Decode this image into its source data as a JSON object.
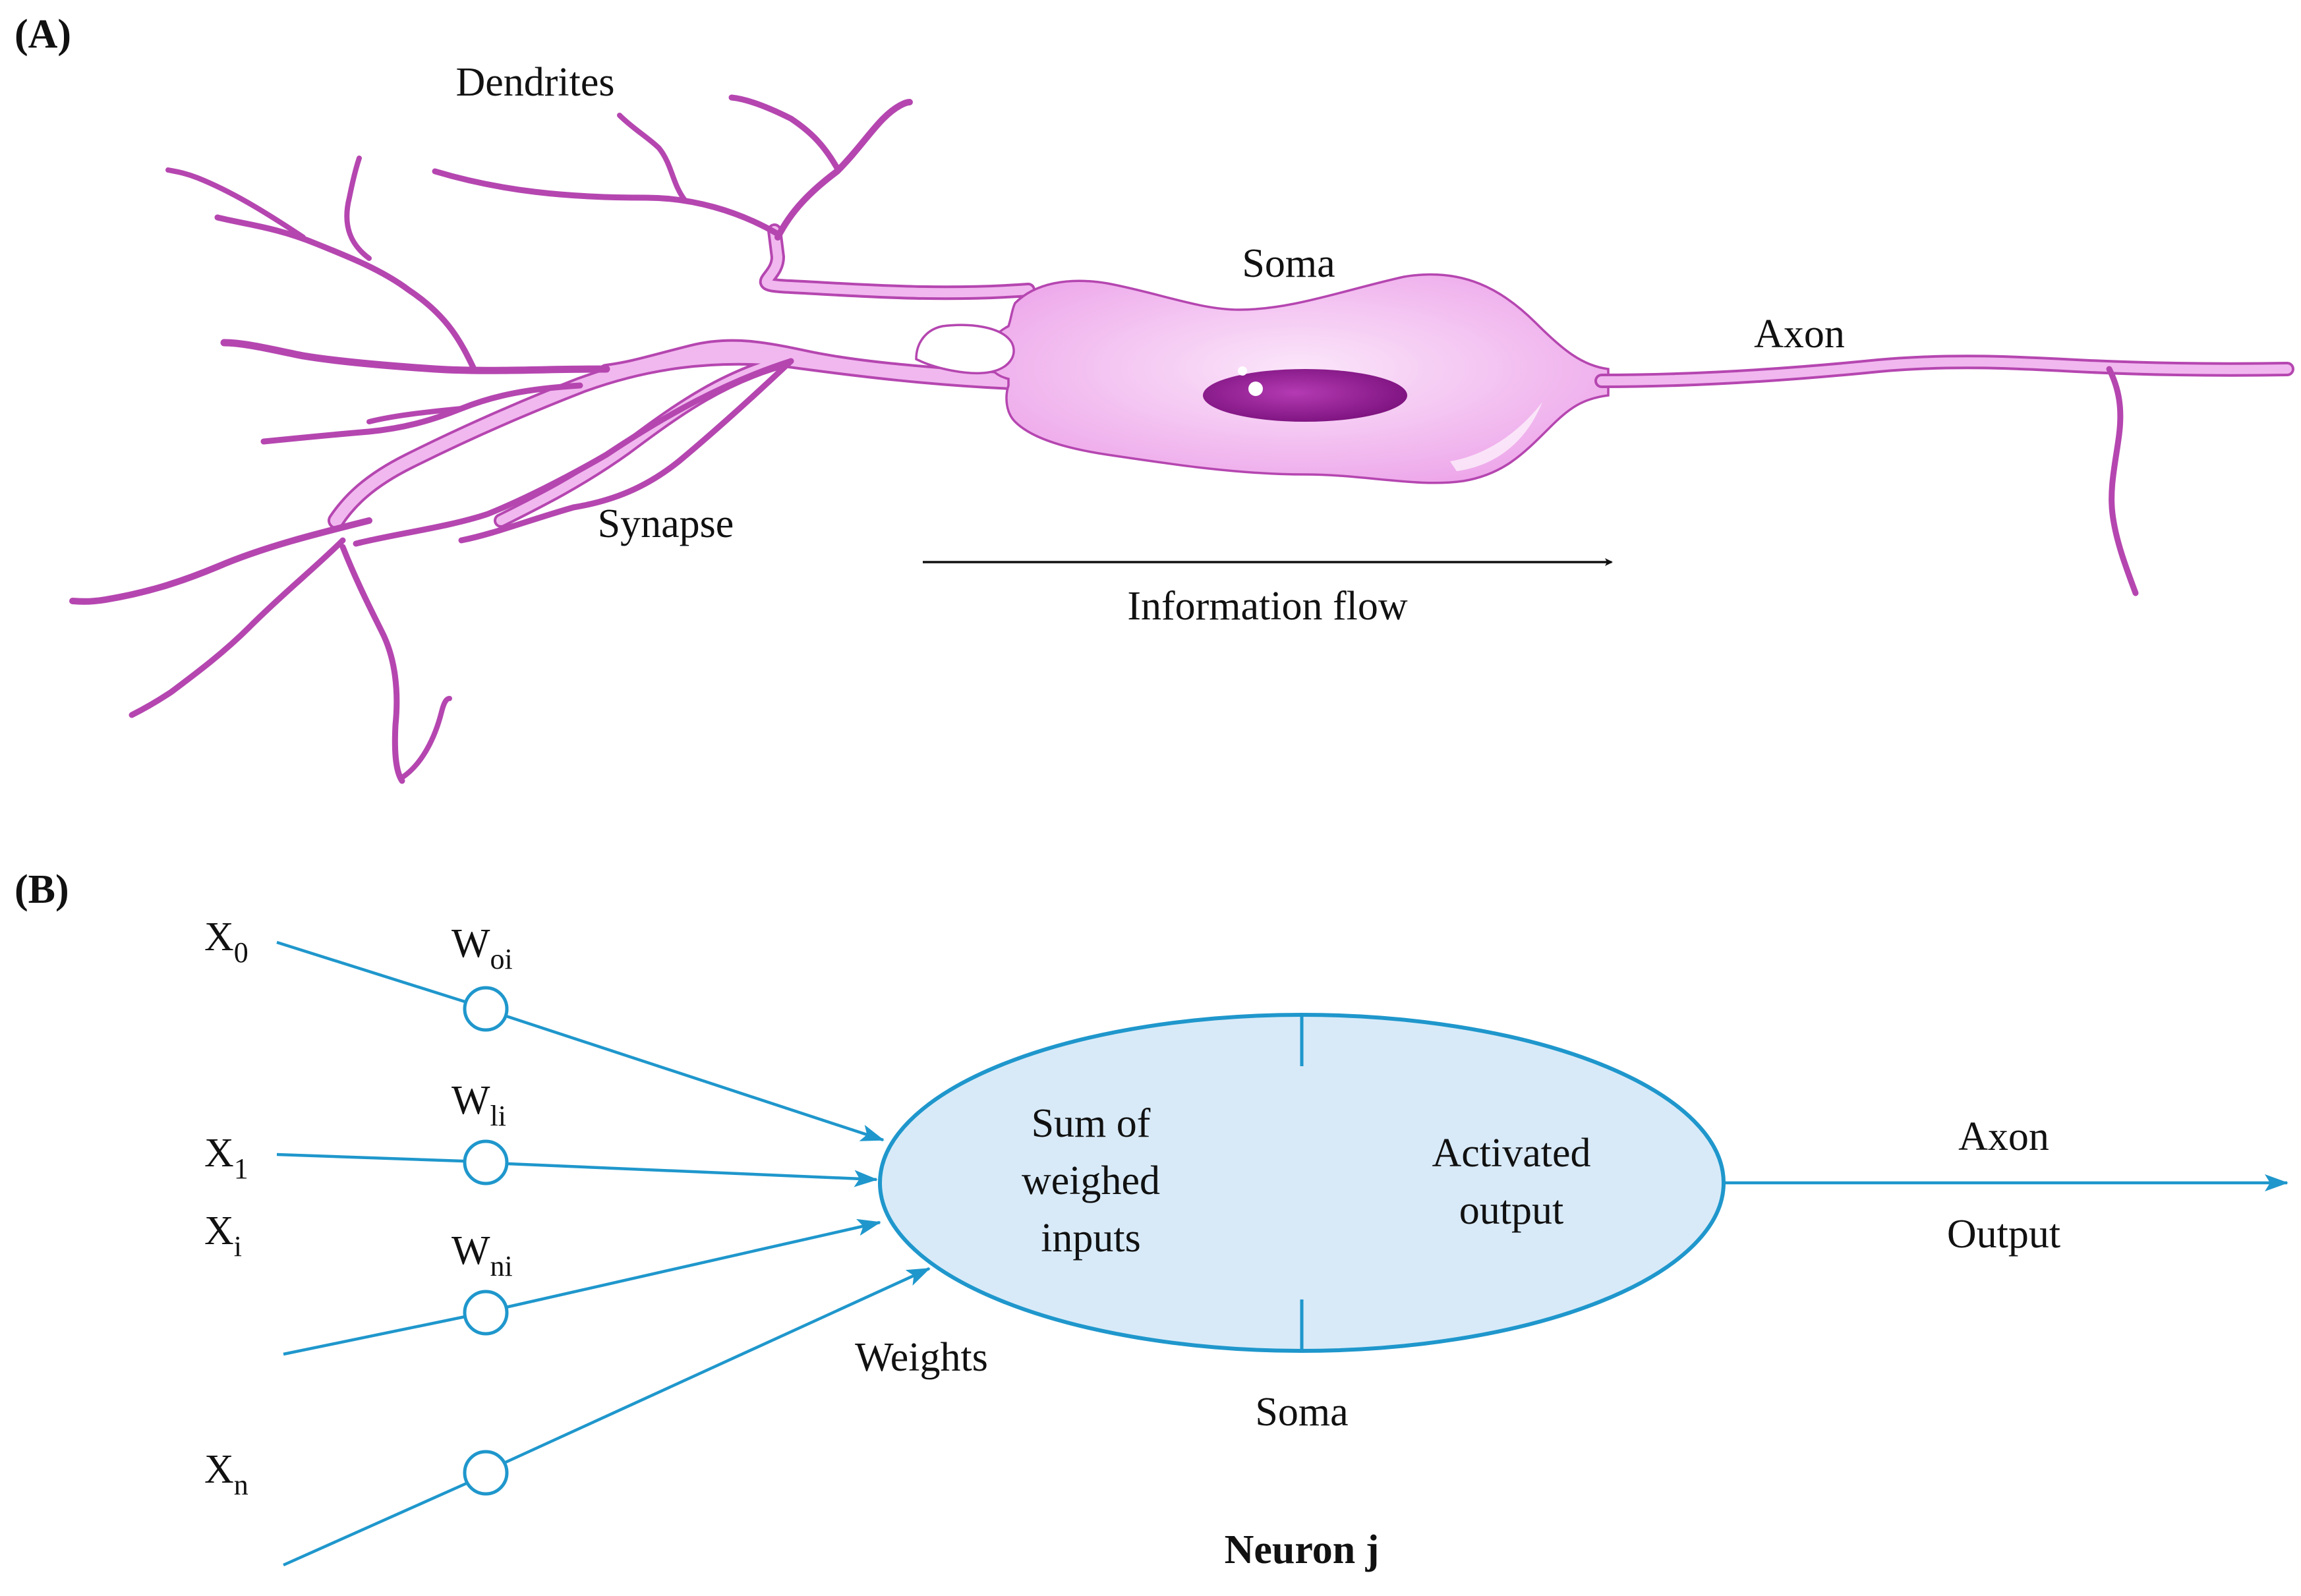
{
  "panel_a": {
    "panel_label": "(A)",
    "dendrites_label": "Dendrites",
    "soma_label": "Soma",
    "axon_label": "Axon",
    "synapse_label": "Synapse",
    "flow_label": "Information flow"
  },
  "panel_b": {
    "panel_label": "(B)",
    "inputs": [
      {
        "base": "X",
        "sub": "0"
      },
      {
        "base": "X",
        "sub": "1"
      },
      {
        "base": "X",
        "sub": "i"
      },
      {
        "base": "X",
        "sub": "n"
      }
    ],
    "weights": [
      {
        "base": "W",
        "sub": "oi"
      },
      {
        "base": "W",
        "sub": "li"
      },
      {
        "base": "W",
        "sub": "ni"
      }
    ],
    "weights_label": "Weights",
    "sum_text": [
      "Sum of",
      "weighed",
      "inputs"
    ],
    "activation_text": [
      "Activated",
      "output"
    ],
    "soma_label": "Soma",
    "axon_label": "Axon",
    "output_label": "Output",
    "neuron_title": "Neuron j"
  },
  "colors": {
    "neuron_fill": "#f1b8ef",
    "neuron_outline": "#b546b0",
    "nucleus": "#9a1f9c",
    "diagram_line": "#1f97cc",
    "node_fill": "#d8eaf8"
  }
}
